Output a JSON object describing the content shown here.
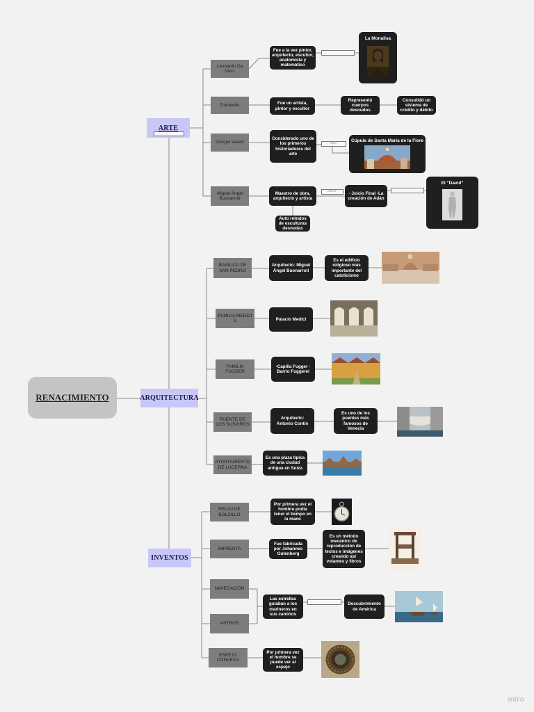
{
  "root": {
    "label": "RENACIMIENTO"
  },
  "categories": {
    "arte": "ARTE",
    "arquitectura": "ARQUITECTURA",
    "inventos": "INVENTOS"
  },
  "arte": {
    "leonardo": {
      "topic": "Leonardo Da Vinci",
      "desc": "Fue a la vez pintor, arquitecto, escultor, anatomista y matemático",
      "frame_title": "La Monalisa"
    },
    "donatello": {
      "topic": "Donatello",
      "desc": "Fue un artista, pintor y escultor",
      "n1": "Representó cuerpos desnudos",
      "n2": "Consolidó un sistema de crédito y débito"
    },
    "vasari": {
      "topic": "Giorgio Vasari",
      "desc": "Considerado uno de los primeros historiadores del arte",
      "frame_title": "Cúpula de Santa María de la Fiore"
    },
    "miguel": {
      "topic": "Miguel Ángel Buonarroti",
      "desc": "Maestro de obra, arquitecto y artista",
      "works": "- Juicio Final -La creación de Adán",
      "frame_title": "El \"David\"",
      "note": "Auto retratos de esculturas desnudas"
    }
  },
  "arquitectura": {
    "basilica": {
      "topic": "BASILICA DE SAN PEDRO",
      "desc": "Arquitecto: Miguel Ángel Buonarroti",
      "n2": "Es el edificio religioso más importante del catolicismo"
    },
    "medici": {
      "topic": "FAMILIA MEDICI S",
      "desc": "Palacio Medici"
    },
    "fugger": {
      "topic": "FAMILIA FUGGER",
      "desc": "-Capilla Fugger -Barrio Fuggerei"
    },
    "puente": {
      "topic": "PUENTE DE LOS SUSPIROS",
      "desc": "Arquitecto: Antonio Contin",
      "n2": "Es uno de los puentes más famosos de Venecia"
    },
    "ayunt": {
      "topic": "AYUNTAMIENTO DE LUCERNA",
      "desc": "Es una plaza típica de una ciudad antigua en Suiza"
    }
  },
  "inventos": {
    "reloj": {
      "topic": "RELOJ DE BOLSILLO",
      "desc": "Por primera vez el hombre podía tener el tiempo en la mano"
    },
    "imprenta": {
      "topic": "IMPRENTA",
      "desc": "Fue fabricada por Johannes Gutenberg",
      "n2": "Es un método mecánico de reproducción de textos e imágenes creando así volantes y libros"
    },
    "navegacion": {
      "topic": "NAVEGACIÓN"
    },
    "astros": {
      "topic": "ASTROS"
    },
    "estrellas": {
      "desc": "Las estrellas guiaban a los marineros en sus caminos",
      "n2": "Descubrimiento de América"
    },
    "espejo": {
      "topic": "ESPEJO CONVEXO",
      "desc": "Por primera vez el hombre se puede ver al espejo"
    }
  },
  "tags": {
    "obra": "OBRA",
    "obras": "OBRAS"
  },
  "watermark": "miro"
}
